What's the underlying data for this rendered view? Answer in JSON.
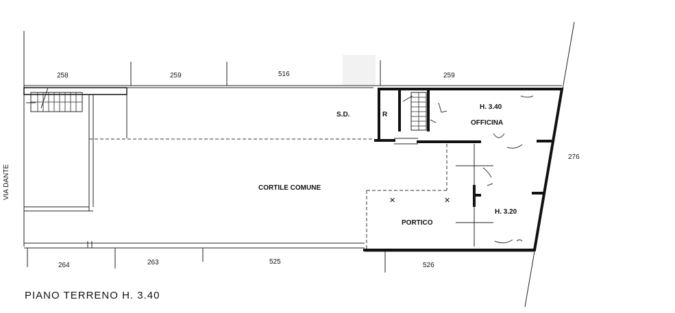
{
  "title": "PIANO TERRENO H. 3.40",
  "street": "VIA DANTE",
  "parcels_top": [
    "258",
    "259",
    "516",
    "259"
  ],
  "parcels_bottom": [
    "264",
    "263",
    "525",
    "526"
  ],
  "parcel_right": "276",
  "rooms": {
    "courtyard": "CORTILE COMUNE",
    "workshop": "OFFICINA",
    "workshop_height": "H. 3.40",
    "portico": "PORTICO",
    "portico_height": "H. 3.20",
    "r_room": "R",
    "sd": "S.D."
  }
}
